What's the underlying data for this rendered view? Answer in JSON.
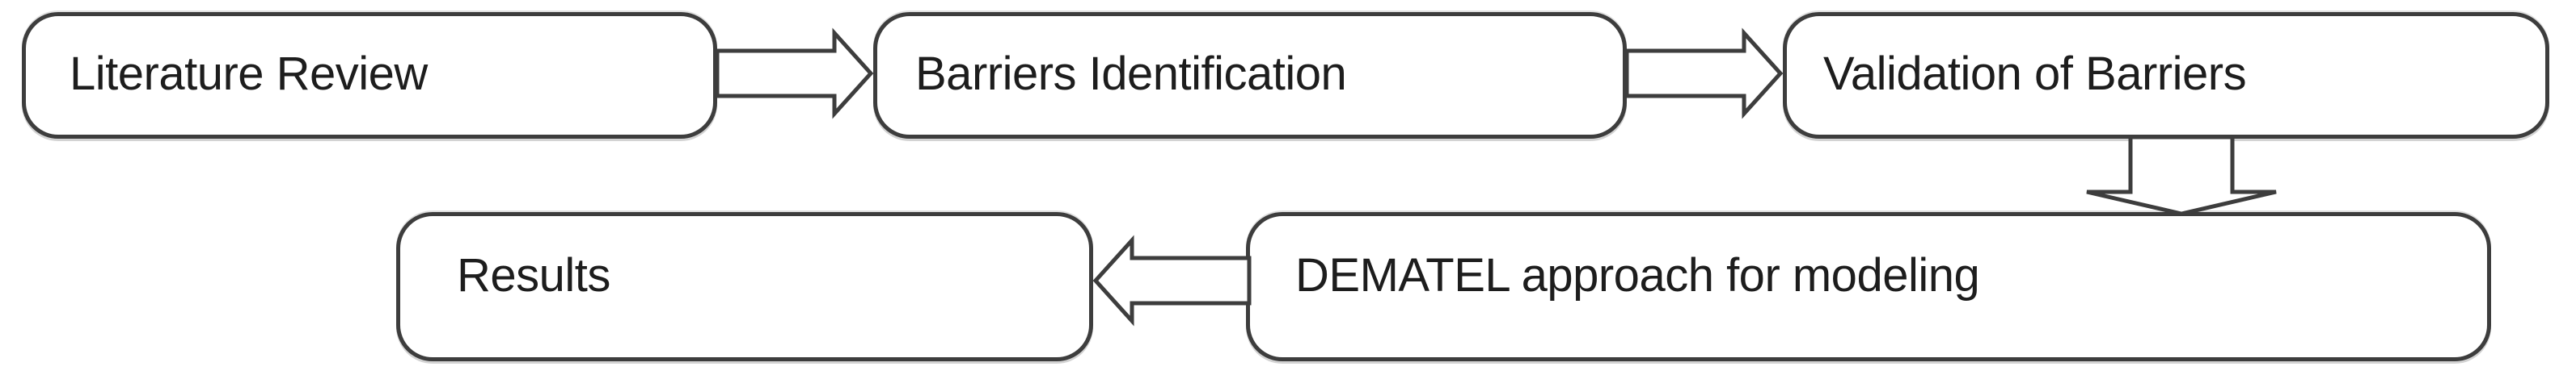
{
  "diagram": {
    "type": "flowchart",
    "colors": {
      "background": "#ffffff",
      "node_fill": "#ffffff",
      "node_border": "#3d3d3d",
      "text": "#1d1d1d"
    },
    "nodes": [
      {
        "id": "literature-review",
        "label": "Literature Review"
      },
      {
        "id": "barriers-identification",
        "label": "Barriers Identification"
      },
      {
        "id": "validation-of-barriers",
        "label": "Validation of Barriers"
      },
      {
        "id": "results",
        "label": "Results"
      },
      {
        "id": "dematel-approach",
        "label": "DEMATEL approach for modeling"
      }
    ],
    "edges": [
      {
        "from": "literature-review",
        "to": "barriers-identification",
        "direction": "right"
      },
      {
        "from": "barriers-identification",
        "to": "validation-of-barriers",
        "direction": "right"
      },
      {
        "from": "validation-of-barriers",
        "to": "dematel-approach",
        "direction": "down"
      },
      {
        "from": "dematel-approach",
        "to": "results",
        "direction": "left"
      }
    ]
  }
}
